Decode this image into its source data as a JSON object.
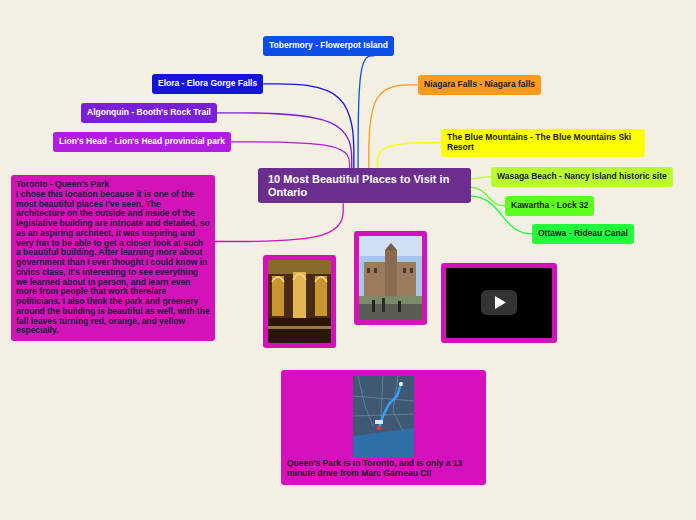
{
  "diagram": {
    "nodes": [
      {
        "text": [
          "10 Most Beautiful Places to Visit in Ontario"
        ]
      },
      {
        "text": [
          "Tobermory - Flowerpot Island"
        ]
      },
      {
        "text": [
          "Elora - Elora Gorge Falls"
        ]
      },
      {
        "text": [
          "Algonquin - Booth's Rock Trail"
        ]
      },
      {
        "text": [
          "Lion's Head - Lion's Head provincial park"
        ]
      },
      {
        "text": [
          "Toronto - Queen's Park",
          "I chose this location because it is one of the most beautiful places I've seen. The architecture on the outside and inside of the legislative building are intricate and detailed, so as an aspiring architect, it was inspiring and very fun to be able to get a closer look at such a beautiful building. After learning more about government than I ever thought I could know in civics class, It's interesting to see everything we learned about in person, and learn even more from people that work there/are politicians. I also think the park and greenery around the building is beautiful as well, with the fall leaves turning red, orange, and yellow especially."
        ]
      },
      {
        "text": [
          "Niagara Falls - Niagara falls"
        ]
      },
      {
        "text": [
          "The Blue Mountains - The Blue Mountains Ski Resort"
        ]
      },
      {
        "text": [
          "Wasaga Beach - Nancy Island historic site"
        ]
      },
      {
        "text": [
          "Kawartha - Lock 32"
        ]
      },
      {
        "text": [
          "Ottawa - Rideau Canal"
        ]
      },
      {
        "text": [
          "Queen's Park is in Toronto, and is only a 13 minute drive from Marc Garneau CI!"
        ]
      }
    ],
    "edges": [
      {
        "from": 0,
        "to": 1,
        "arrow": "none"
      },
      {
        "from": 0,
        "to": 2,
        "arrow": "none"
      },
      {
        "from": 0,
        "to": 3,
        "arrow": "none"
      },
      {
        "from": 0,
        "to": 4,
        "arrow": "none"
      },
      {
        "from": 0,
        "to": 5,
        "arrow": "none"
      },
      {
        "from": 0,
        "to": 6,
        "arrow": "none"
      },
      {
        "from": 0,
        "to": 7,
        "arrow": "none"
      },
      {
        "from": 0,
        "to": 8,
        "arrow": "none"
      },
      {
        "from": 0,
        "to": 9,
        "arrow": "none"
      },
      {
        "from": 0,
        "to": 10,
        "arrow": "none"
      }
    ]
  }
}
